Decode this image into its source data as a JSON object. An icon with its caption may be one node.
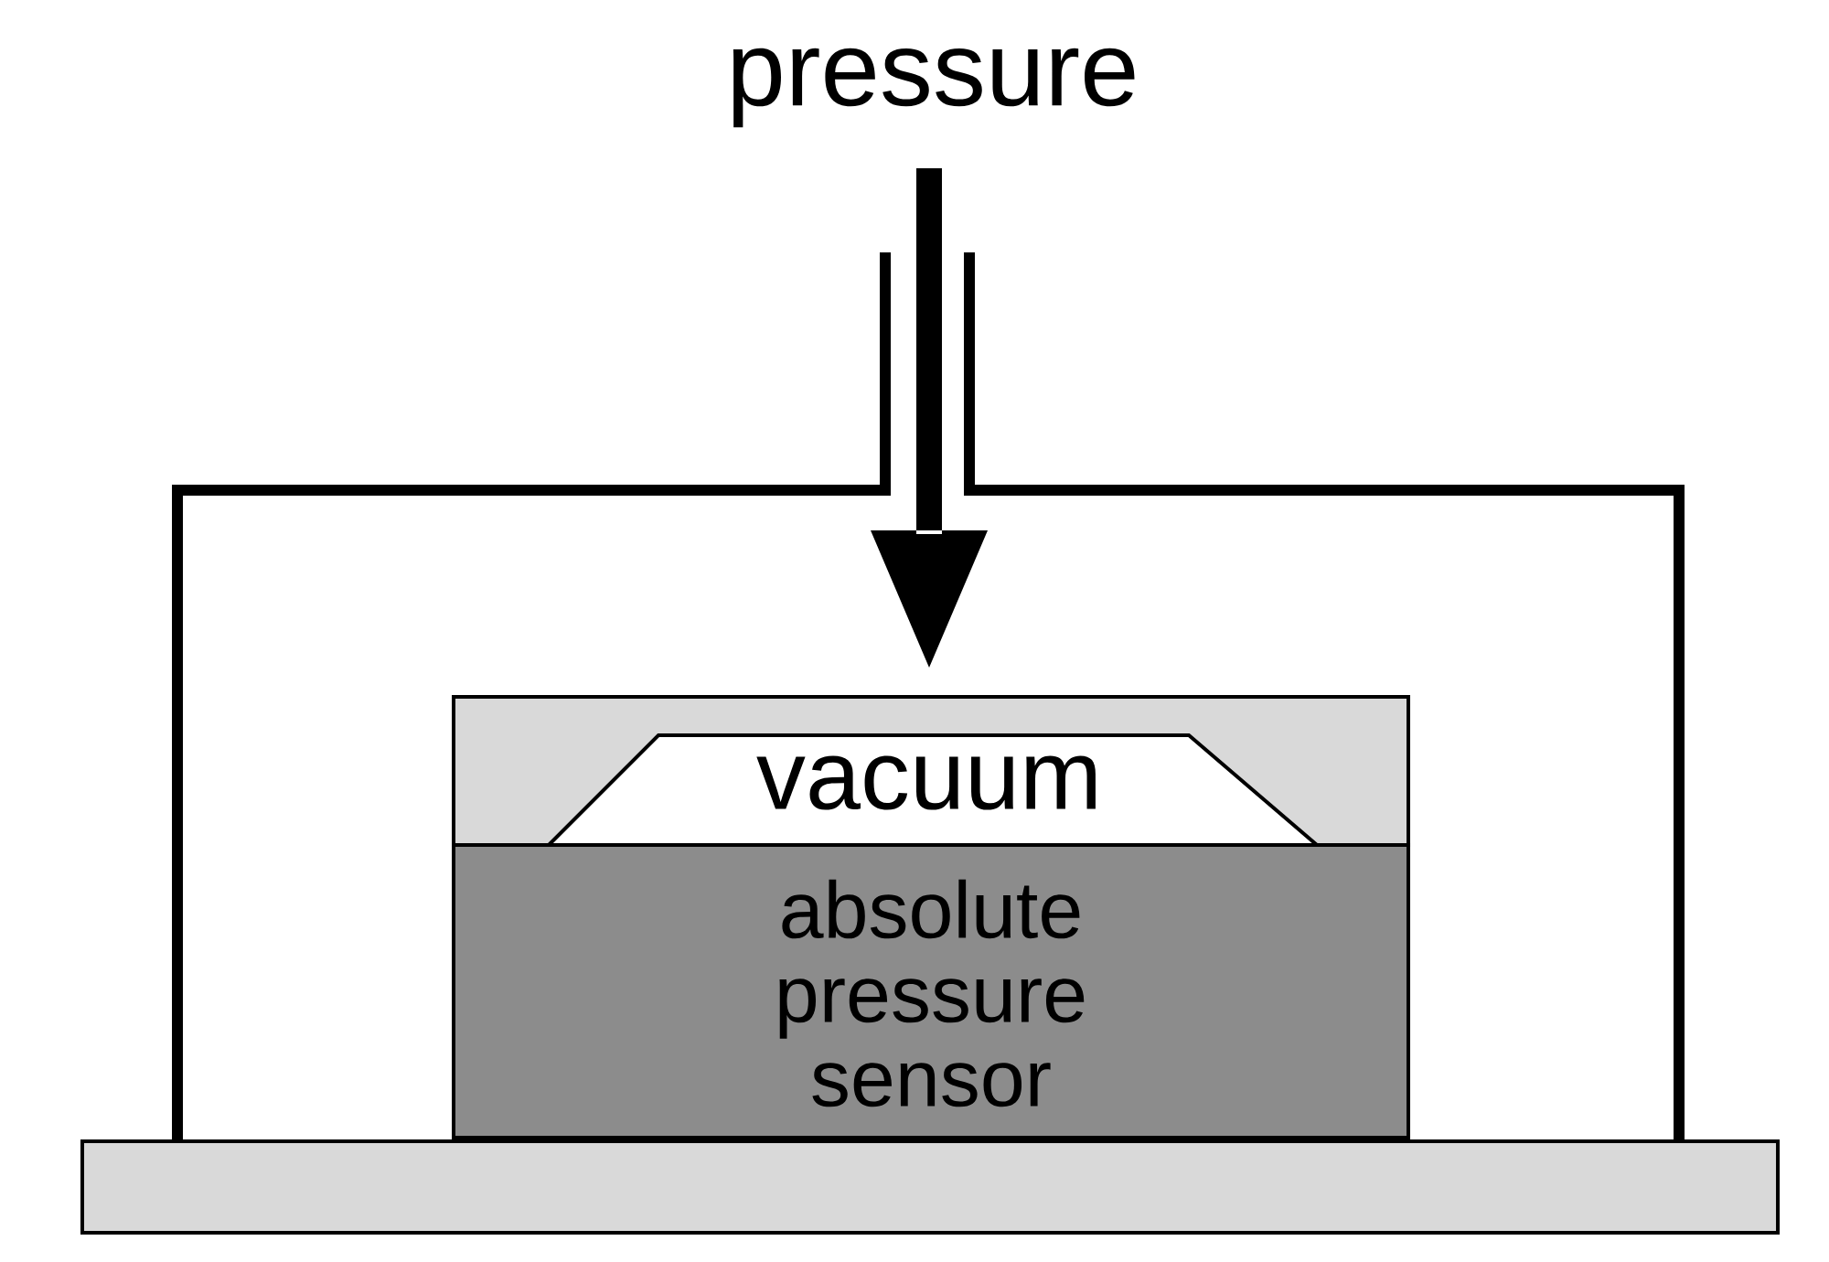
{
  "diagram": {
    "nodes": [
      {
        "text": [
          "vacuum"
        ]
      },
      {
        "text": [
          "absolute pressure sensor"
        ]
      }
    ],
    "labels": [
      "pressure"
    ]
  }
}
